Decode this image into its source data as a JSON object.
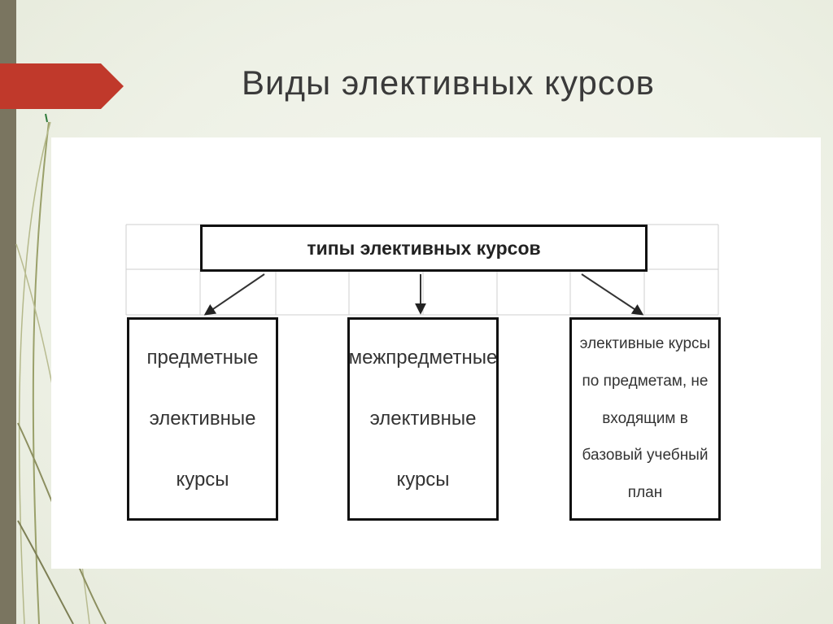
{
  "slide": {
    "title": "Виды элективных курсов"
  },
  "diagram": {
    "root": "типы элективных курсов",
    "children": [
      {
        "lines": [
          "предметные",
          "элективные",
          "курсы"
        ]
      },
      {
        "lines": [
          "межпредметные",
          "элективные",
          "курсы"
        ]
      },
      {
        "lines": [
          "элективные курсы",
          "по предметам, не",
          "входящим в",
          "базовый учебный",
          "план"
        ]
      }
    ]
  },
  "colors": {
    "accent_tab": "#c0392b",
    "side_strip": "#7a7560",
    "box_border": "#111111"
  }
}
